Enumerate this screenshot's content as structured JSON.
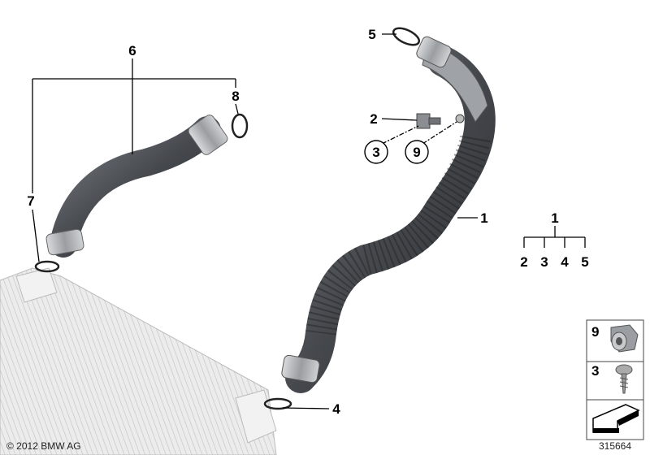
{
  "callouts": {
    "hose_main": "1",
    "sensor": "2",
    "screw_circled": "3",
    "nut_circled": "9",
    "oring_bottom": "4",
    "oring_top": "5",
    "hose_left": "6",
    "oring_left": "7",
    "oring_left_top": "8"
  },
  "tree": {
    "root": "1",
    "children": [
      "2",
      "3",
      "4",
      "5"
    ]
  },
  "legend": [
    {
      "number": "9",
      "icon": "nut-icon"
    },
    {
      "number": "3",
      "icon": "screw-icon"
    },
    {
      "number": "",
      "icon": "direction-arrow-icon"
    }
  ],
  "copyright": "© 2012 BMW AG",
  "diagram_number": "315664",
  "colors": {
    "hose": "#4a4d52",
    "clamp": "#a9acb0",
    "intercooler": "#e6e6e6",
    "text": "#000000"
  }
}
